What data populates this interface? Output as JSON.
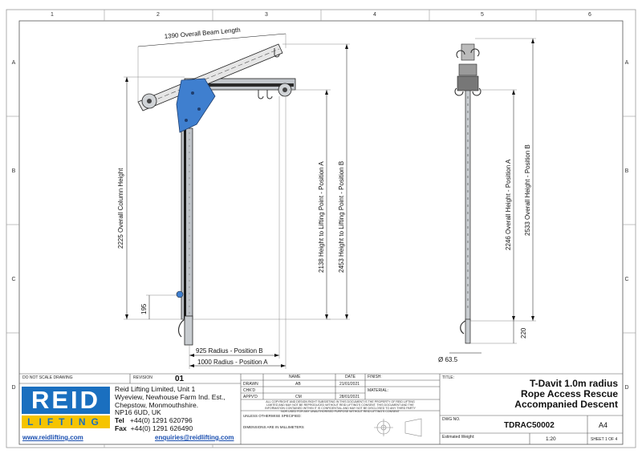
{
  "border": {
    "columns": [
      "1",
      "2",
      "3",
      "4",
      "5",
      "6"
    ],
    "rows": [
      "A",
      "B",
      "C",
      "D"
    ]
  },
  "dimensions": {
    "beam_length": "1390 Overall Beam Length",
    "column_height": "2225 Overall Column Height",
    "height_a": "2138 Height to Lifting Point - Position A",
    "height_b": "2453 Height to Lifting Point - Position B",
    "base_offset": "195",
    "radius_b": "925 Radius - Position B",
    "radius_a": "1000 Radius - Position A",
    "overall_a": "2246 Overall Height - Position A",
    "overall_b": "2533 Overall Height - Position B",
    "side_base": "220",
    "diameter": "Ø 63.5"
  },
  "title_block": {
    "do_not_scale": "DO NOT SCALE DRAWING",
    "revision_label": "REVISION",
    "revision": "01",
    "hdr_name": "NAME",
    "hdr_date": "DATE",
    "hdr_finish": "FINISH:",
    "row_drawn": "DRAWN",
    "row_chkd": "CHK'D",
    "row_apprvd": "APPV'D",
    "drawn_name": "AB",
    "drawn_date": "21/01/2021",
    "appvd_name": "CM",
    "appvd_date": "28/01/2021",
    "material_label": "MATERIAL:",
    "copyright_1": "ALL COPYRIGHT AND DESIGN RIGHT SUBSISTING IN THIS DOCUMENT IS THE PROPERTY OF REID LIFTING",
    "copyright_2": "LIMITED AND MAY NOT BE REPRODUCED WITHOUT REID LIFTING'S CONSENT. THIS DOCUMENT AND THE",
    "copyright_3": "INFORMATION CONTAINED WITHIN IT IS CONFIDENTIAL AND MAY NOT BE DISCLOSED TO ANY THIRD PARTY",
    "copyright_4": "NOR USED FOR ANY UNAUTHORISED PURPOSE WITHOUT REID LIFTING'S CONSENT",
    "unless_specified": "UNLESS OTHERWISE SPECIFIED:",
    "dims_mm": "DIMENSIONS ARE IN MILLIMETERS",
    "title_label": "TITLE:",
    "title_1": "T-Davit 1.0m radius",
    "title_2": "Rope Access Rescue",
    "title_3": "Accompanied Descent",
    "dwg_label": "DWG NO.",
    "dwg_no": "TDRAC50002",
    "size": "A4",
    "weight_label": "Estimated Weight:",
    "scale": "1:20",
    "sheet": "SHEET 1 OF 4"
  },
  "company": {
    "logo_top": "REID",
    "logo_bottom": "LIFTING",
    "name": "Reid Lifting Limited,  Unit 1",
    "addr1": "Wyeview, Newhouse Farm Ind. Est.,",
    "addr2": "Chepstow, Monmouthshire.",
    "addr3": "NP16 6UD, UK",
    "tel_label": "Tel",
    "tel": "+44(0) 1291 620796",
    "fax_label": "Fax",
    "fax": "+44(0) 1291 626490",
    "website": "www.reidlifting.com",
    "email": "enquiries@reidlifting.com"
  },
  "colors": {
    "logo_blue": "#1a6fbf",
    "logo_yellow": "#f5c400",
    "bracket_blue": "#3f7fcf"
  }
}
